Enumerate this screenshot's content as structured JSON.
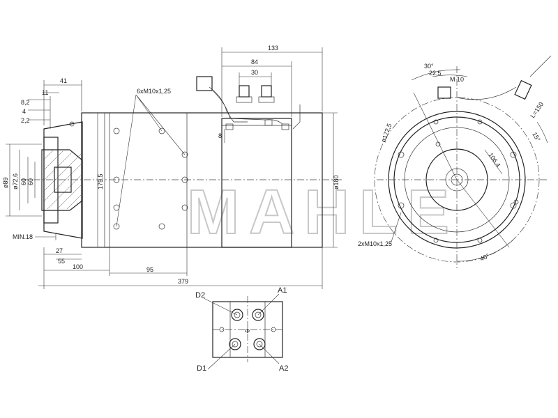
{
  "watermark": "MAHLE",
  "side_view": {
    "dims": {
      "d133": "133",
      "d84": "84",
      "d30": "30",
      "d8": "8",
      "d41": "41",
      "d8_2": "8,2",
      "d11": "11",
      "d4": "4",
      "d2_2": "2,2",
      "d6xM10": "6xM10x1,25",
      "d179_5": "179,5",
      "d180": "ø180",
      "d89": "ø89",
      "d72_6": "ø72,6",
      "d60": "60",
      "d60b": "60",
      "min18": "MIN.18",
      "d27": "27",
      "d55": "55",
      "d100": "100",
      "d95": "95",
      "d379": "379"
    }
  },
  "end_view": {
    "dims": {
      "a30": "30°",
      "d22_5": "22,5",
      "m10": "M 10",
      "l150": "L=150",
      "d172_5": "ø172,5",
      "d15": "15°",
      "d106_4": "106,4",
      "d2xM10": "2xM10x1,25",
      "a40": "40°"
    }
  },
  "terminal_view": {
    "labels": {
      "d2": "D2",
      "a1": "A1",
      "d1": "D1",
      "a2": "A2",
      "phi": "Φ"
    }
  }
}
